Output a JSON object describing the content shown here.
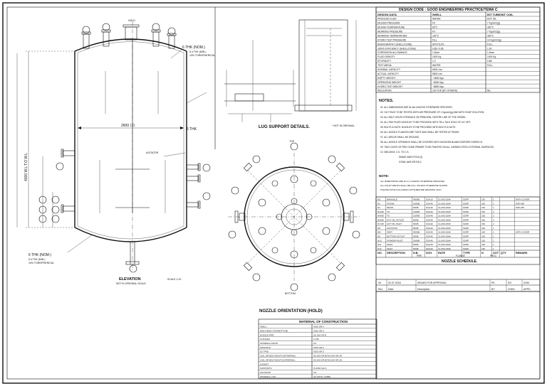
{
  "sheet": {
    "design_code_title": "DESIGN CODE : GOOD ENGINEERING PRACTICE/TEMA C",
    "design_data_header": "DESIGN DATA",
    "shell_header": "SHELL",
    "jacket_header": "INT TUBE/INT COIL",
    "design_data_rows": [
      [
        "PROCESS FLUID",
        "WATER",
        "HOT OIL"
      ],
      [
        "DESIGN PRESSURE",
        "FV",
        "7 Kg/cm2(g)"
      ],
      [
        "DESIGN TEMPERATURE",
        "60°C",
        "300°C"
      ],
      [
        "WORKING PRESSURE",
        "FV",
        "7 Kg/cm2(g)"
      ],
      [
        "WORKING TEMPERATURE",
        "100°C",
        "300°C"
      ],
      [
        "HYDRO TEST PRESSURE",
        "FILL",
        "10 Kg/cm2(g)"
      ],
      [
        "RADIOGRAPHY (SHELL/CONE)",
        "SPOT/10%",
        "FULL"
      ],
      [
        "JOINT EFFICIENCY (SHELL/CONE)",
        "0.85 / 0.85",
        "1.00"
      ],
      [
        "CORROSION ALLOWANCE",
        "1.5mm",
        "1.5mm"
      ],
      [
        "FLUID DENSITY",
        "1000 Kg",
        "1000 Kg"
      ],
      [
        "SP.GRAVITY",
        "1.0",
        "0.88"
      ],
      [
        "TEST MEDIA",
        "WATER",
        "FULL"
      ],
      [
        "NOMINAL CAPACITY",
        "5000 Ltrs",
        ""
      ],
      [
        "ACTUAL CAPACITY",
        "5500 Ltrs",
        ""
      ],
      [
        "EMPTY WEIGHT",
        "~2800 Kgs",
        ""
      ],
      [
        "OPERATING WEIGHT",
        "~8300 Kgs",
        ""
      ],
      [
        "HYDRO TEST WEIGHT",
        "~8800 Kgs",
        ""
      ],
      [
        "INSULATION",
        "100 THK (BY OTHERS)",
        "NIL"
      ]
    ],
    "notes_title": "NOTES.",
    "notes": [
      "01. ALL DIMENSIONS ARE IN mm UNLESS OTHERWISE SPECIFIED.",
      "02. OUT FACE TO BE TESTED WITH AIR PRESSURE OF 1 Kg/cm2(g) AND WITH SOAP SOLUTION.",
      "03. ALL BOLT HOLES STRADDLE ON PRINCIPAL CENTRE LINE OF THE VESSEL.",
      "04. ALL PAD PLATE NOZZLES TO BE PROVIDED WITH TELL TALE HOLE OF 1/4\" NPT.",
      "05. BOLTS & NUTS: NOZZLES TO BE PROVIDED WITH BOLTS & NUTS.",
      "06. ALL NOZZLE FLANGES ARE TIGHT AND SHALL BE TESTED AT FINISH.",
      "07. ALL WELDS SHALL BE GROUND.",
      "08. ALL NOZZLE OPENINGS SHALL BE COVERED WITH WOODEN BLANKS BEFORE DISPATCH.",
      "09. TWO COATS OF RED OXIDE PRIMER TO BE PAINTED ON ALL CARBON STEEL EXTERNAL SURFACES.",
      "10. WELDING: C.S. TO C.S.",
      "SMAW: AWS E7018 (2)",
      "GTAW: AWS ER70S-2"
    ],
    "note2_title": "NOTE:",
    "note2_lines": [
      "ALL DIMENSIONS ARE IN mm UNLESS OTHERWISE SPECIFIED",
      "ALL FILLET WELDS SHALL BE 6mm UNLESS OTHERWISE SHOWN",
      "PLEASE NOTE FOLLOWING NOTE BEFORE DRAWING ONLY"
    ],
    "nozzle_rows": [
      [
        "M1",
        "MANHOLE",
        "450NB",
        "SCH10",
        "CLASS-150#",
        "SORF",
        "150",
        "1",
        "WITH COVER"
      ],
      [
        "N1",
        "STEAM",
        "100NB",
        "SCH40",
        "CLASS-150#",
        "SORF",
        "150",
        "1",
        "WITH BF"
      ],
      [
        "N2",
        "DRAIN",
        "50NB",
        "SCH40",
        "CLASS-150#",
        "SORF",
        "150",
        "1",
        "WITH BF"
      ],
      [
        "N3A/B",
        "TO",
        "100NB",
        "SCH40",
        "CLASS-150#",
        "SORF",
        "150",
        "2",
        ""
      ],
      [
        "N4A/B",
        "TO",
        "100NB",
        "SCH40",
        "CLASS-150#",
        "SORF",
        "150",
        "2",
        ""
      ],
      [
        "N5A/B",
        "HOT OIL OUTLET",
        "50NB",
        "SCH40",
        "CLASS-150#",
        "SORF",
        "150",
        "2",
        ""
      ],
      [
        "N7A/B",
        "HOT OIL INLET",
        "50NB",
        "SCH40",
        "CLASS-150#",
        "SORF",
        "150",
        "2",
        ""
      ],
      [
        "N8",
        "AGITATOR",
        "80NB",
        "SCH40",
        "CLASS-150#",
        "SORF",
        "150",
        "1",
        ""
      ],
      [
        "MH",
        "VENT",
        "250NB",
        "SCH40",
        "CLASS-150#",
        "SORF",
        "150",
        "1",
        "WITH COVER"
      ],
      [
        "N9",
        "BOTTOM OUTLET",
        "50NB",
        "SCH40",
        "CLASS-150#",
        "SORF",
        "150",
        "1",
        ""
      ],
      [
        "N10",
        "POWDER INLET",
        "200NB",
        "SCH40",
        "CLASS-150#",
        "SORF",
        "150",
        "1",
        ""
      ],
      [
        "N11",
        "INLET",
        "50NB",
        "SCH40",
        "CLASS-150#",
        "SORF",
        "150",
        "1",
        ""
      ],
      [
        "N12",
        "INLET",
        "50NB",
        "SCH40",
        "CLASS-150#",
        "SORF",
        "150",
        "1",
        ""
      ]
    ],
    "nozzle_header": [
      "NO.",
      "DESCRIPTION",
      "N.B.",
      "SCH.",
      "RATE",
      "TYPE",
      "N",
      "OUT",
      "QTY",
      "REMARK"
    ],
    "nozzle_header_sub": [
      "PIPE",
      "FLANGE",
      "PROJ."
    ],
    "nozzle_schedule_title": "NOZZLE SCHEDULE.",
    "revision": {
      "row": [
        "00",
        "02.07.2018",
        "ISSUED FOR APPROVAL",
        "PK",
        "SG",
        "VDM"
      ],
      "header": [
        "Rev",
        "Date",
        "Description",
        "BY",
        "CHKD",
        "APPD"
      ]
    },
    "moc_title": "MATERIAL OF CONSTRUCTION",
    "moc_rows": [
      [
        "SHELL",
        "A516 GR.II"
      ],
      [
        "MAIN HEAD (TOP/BOTTOM)",
        "A516 GR.II"
      ],
      [
        "NOZZLE PIPE",
        "SA 106 GR.B"
      ],
      [
        "FLANGES",
        "A 105"
      ],
      [
        "INTERNAL PARTS",
        "CS"
      ],
      [
        "MANHOLE",
        "A516 GR.II"
      ],
      [
        "SLT PAD",
        "A516 GR.II"
      ],
      [
        "COIL OR BOLTS/NUTS (EXTERNAL)",
        "SA 193 GR B7/SA 194 GR 2H"
      ],
      [
        "COIL OR BOLTS/NUTS (INTERNAL)",
        "SA 193 GR B7/SA 194 GR 2H"
      ],
      [
        "GASKET",
        ""
      ],
      [
        "SUPPORTS",
        "IS 2062 GR.A"
      ],
      [
        "AGITATOR",
        "CS"
      ],
      [
        "INTERNAL COIL",
        "SA 106 B / 120BH"
      ]
    ],
    "elevation_title": "ELEVATION",
    "elevation_scale": "NOT IN ORIGINAL SCALE",
    "nozzle_orientation_title": "NOZZLE ORIENTATION (HOLD)",
    "lug_title": "LUG SUPPORT DETAILS.",
    "lug_note": "* NOT IN ORIGINAL",
    "scale_label": "SCALE 1:10",
    "dims": {
      "thk_top": "6 THK (NOM.)",
      "thk_top_sub": "5.4 THK (MIN.)",
      "thk_top_sub2": "10% TORISPHERICAL",
      "shell_id": "2600 I.D.",
      "shell_thk": "6 THK",
      "height": "4000 W.L T.O W.L",
      "thk_bottom": "6 THK (NOM.)",
      "thk_bottom_sub": "5.4 THK (MIN.)",
      "thk_bottom_sub2": "10% TORISPHERICAL",
      "agitator": "AGITATOR",
      "hold": "HOLD",
      "top": "TOP",
      "bottom": "BOTTOM"
    }
  }
}
